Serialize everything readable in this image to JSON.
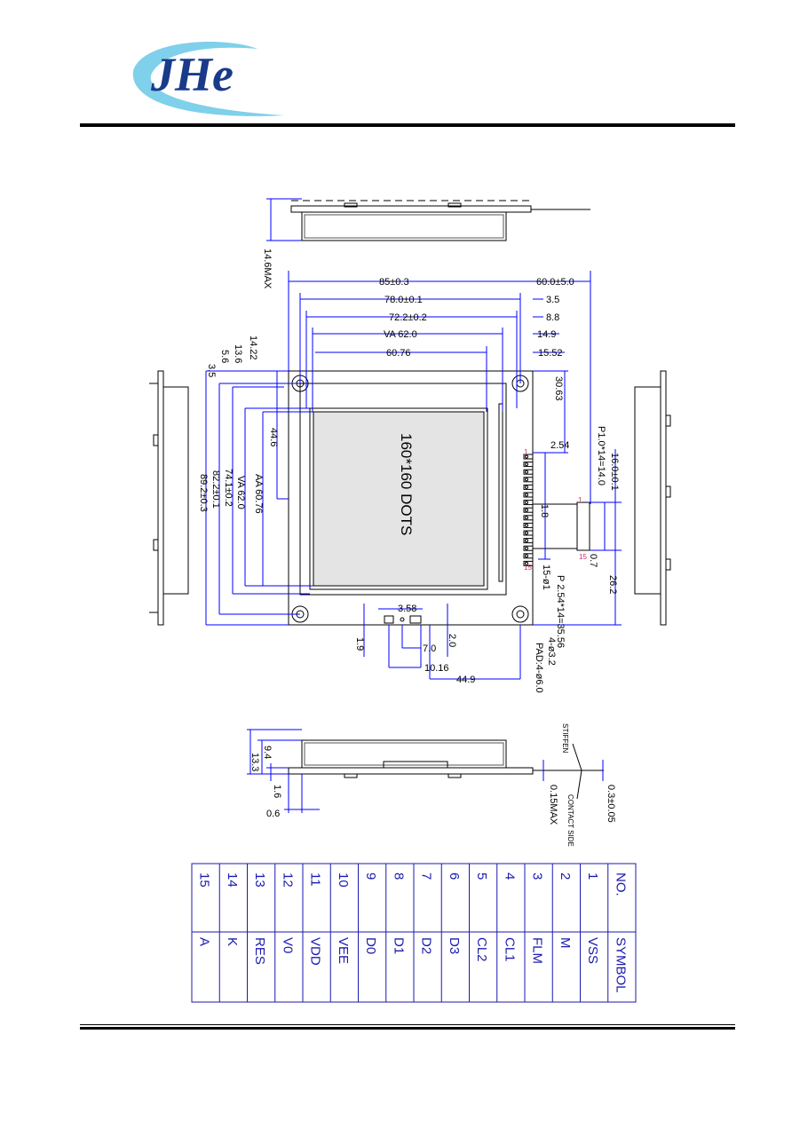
{
  "header": {
    "logo_text": "JHe"
  },
  "drawing": {
    "dot_label": "160*160 DOTS",
    "dims_top": [
      "85±0.3",
      "78.0±0.1",
      "72.2±0.2",
      "VA 62.0",
      "60.76",
      "60.0±5.0",
      "3.5",
      "8.8",
      "14.9",
      "15.52"
    ],
    "side_thickness": "14.6MAX",
    "dims_left": [
      "14.22",
      "13.6",
      "5.6",
      "3.5",
      "44.6",
      "AA 60.76",
      "VA 62.0",
      "74.1±0.2",
      "82.2±0.1",
      "89.2±0.3"
    ],
    "dims_right": [
      "30.63",
      "2.54",
      "P1.0*14=14.0",
      "16.0±0.1",
      "1.8",
      "0.7",
      "26.2",
      "15-ø1",
      "P 2.54*14=35.56",
      "4-ø3.2",
      "PAD:4-ø6.0"
    ],
    "dims_bottom": [
      "3.58",
      "1.9",
      "2.0",
      "7.0",
      "10.16",
      "44.9"
    ],
    "dims_profile": [
      "9.4",
      "13.3",
      "1.6",
      "0.6",
      "0.15MAX",
      "0.3±0.05"
    ],
    "profile_labels": [
      "STIFFEN",
      "CONTACT SIDE"
    ],
    "fpc_pin_marks": [
      "1",
      "15",
      "1",
      "15"
    ]
  },
  "pin_table": {
    "headers": [
      "NO.",
      "SYMBOL"
    ],
    "rows": [
      [
        "1",
        "VSS"
      ],
      [
        "2",
        "M"
      ],
      [
        "3",
        "FLM"
      ],
      [
        "4",
        "CL1"
      ],
      [
        "5",
        "CL2"
      ],
      [
        "6",
        "D3"
      ],
      [
        "7",
        "D2"
      ],
      [
        "8",
        "D1"
      ],
      [
        "9",
        "D0"
      ],
      [
        "10",
        "VEE"
      ],
      [
        "11",
        "VDD"
      ],
      [
        "12",
        "V0"
      ],
      [
        "13",
        "RES"
      ],
      [
        "14",
        "K"
      ],
      [
        "15",
        "A"
      ]
    ]
  }
}
